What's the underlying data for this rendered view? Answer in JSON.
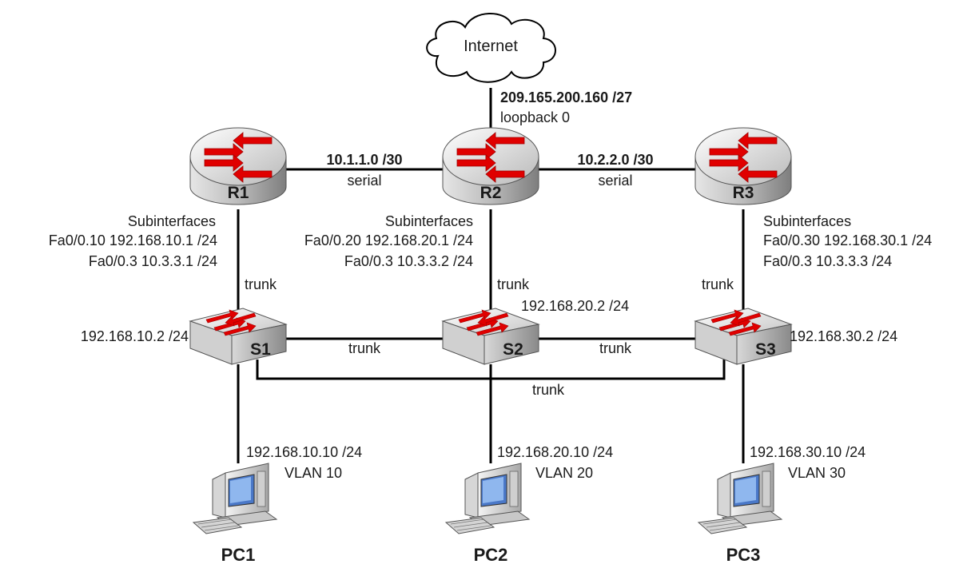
{
  "cloud": {
    "label": "Internet"
  },
  "isp_link": {
    "network": "209.165.200.160 /27",
    "interface": "loopback 0"
  },
  "routers": [
    {
      "name": "R1",
      "sub_title": "Subinterfaces",
      "sub1": "Fa0/0.10 192.168.10.1 /24",
      "sub2": "Fa0/0.3 10.3.3.1 /24"
    },
    {
      "name": "R2",
      "sub_title": "Subinterfaces",
      "sub1": "Fa0/0.20 192.168.20.1 /24",
      "sub2": "Fa0/0.3 10.3.3.2 /24"
    },
    {
      "name": "R3",
      "sub_title": "Subinterfaces",
      "sub1": "Fa0/0.30 192.168.30.1 /24",
      "sub2": "Fa0/0.3 10.3.3.3 /24"
    }
  ],
  "serial_links": [
    {
      "network": "10.1.1.0 /30",
      "type": "serial"
    },
    {
      "network": "10.2.2.0 /30",
      "type": "serial"
    }
  ],
  "switches": [
    {
      "name": "S1",
      "ip": "192.168.10.2 /24",
      "uplink": "trunk"
    },
    {
      "name": "S2",
      "ip": "192.168.20.2 /24",
      "uplink": "trunk"
    },
    {
      "name": "S3",
      "ip": "192.168.30.2 /24",
      "uplink": "trunk"
    }
  ],
  "switch_trunks": {
    "s1_s2": "trunk",
    "s2_s3": "trunk",
    "s1_s3": "trunk"
  },
  "pcs": [
    {
      "name": "PC1",
      "ip": "192.168.10.10 /24",
      "vlan": "VLAN 10"
    },
    {
      "name": "PC2",
      "ip": "192.168.20.10 /24",
      "vlan": "VLAN 20"
    },
    {
      "name": "PC3",
      "ip": "192.168.30.10 /24",
      "vlan": "VLAN 30"
    }
  ]
}
